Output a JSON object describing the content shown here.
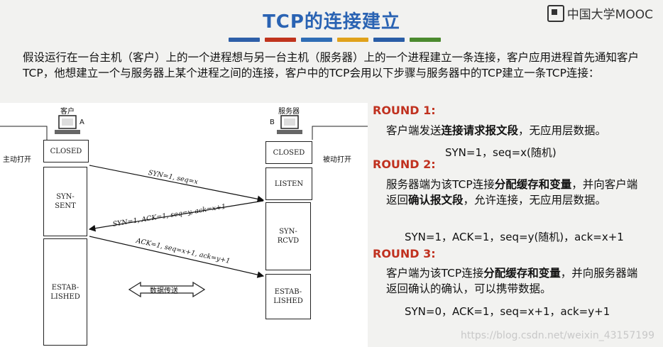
{
  "slide": {
    "title": "TCP的连接建立",
    "brand": "中国大学MOOC",
    "bar_colors": [
      "#2e5fa8",
      "#c0341d",
      "#2f6db5",
      "#e0a21b",
      "#2a5da6",
      "#4b8a2f"
    ],
    "intro": "假设运行在一台主机（客户）上的一个进程想与另一台主机（服务器）上的一个进程建立一条连接，客户应用进程首先通知客户TCP，他想建立一个与服务器上某个进程之间的连接，客户中的TCP会用以下步骤与服务器中的TCP建立一条TCP连接："
  },
  "diagram": {
    "client_label": "客户",
    "client_letter": "A",
    "server_label": "服务器",
    "server_letter": "B",
    "active_open": "主动打开",
    "passive_open": "被动打开",
    "client_states": [
      "CLOSED",
      "SYN-SENT",
      "ESTAB-LISHED"
    ],
    "server_states": [
      "CLOSED",
      "LISTEN",
      "SYN-RCVD",
      "ESTAB-LISHED"
    ],
    "segments": [
      "SYN=1, seq=x",
      "SYN=1, ACK=1, seq=y, ack=x+1",
      "ACK=1, seq=x+1, ack=y+1"
    ],
    "data_transfer": "数据传送"
  },
  "rounds": [
    {
      "heading": "ROUND 1:",
      "text_pre": "客户端发送",
      "text_bold": "连接请求报文段",
      "text_post": "，无应用层数据。",
      "formula": "SYN=1，seq=x(随机)"
    },
    {
      "heading": "ROUND 2:",
      "text_pre": "服务器端为该TCP连接",
      "text_bold": "分配缓存和变量",
      "text_mid": "，并向客户端返回",
      "text_bold2": "确认报文段",
      "text_post": "，允许连接，无应用层数据。",
      "formula": "SYN=1，ACK=1，seq=y(随机)，ack=x+1"
    },
    {
      "heading": "ROUND 3:",
      "text_pre": "客户端为该TCP连接",
      "text_bold": "分配缓存和变量",
      "text_post": "，并向服务器端返回确认的确认，可以携带数据。",
      "formula": "SYN=0，ACK=1，seq=x+1，ack=y+1"
    }
  ],
  "watermark": "https://blog.csdn.net/weixin_43157199"
}
